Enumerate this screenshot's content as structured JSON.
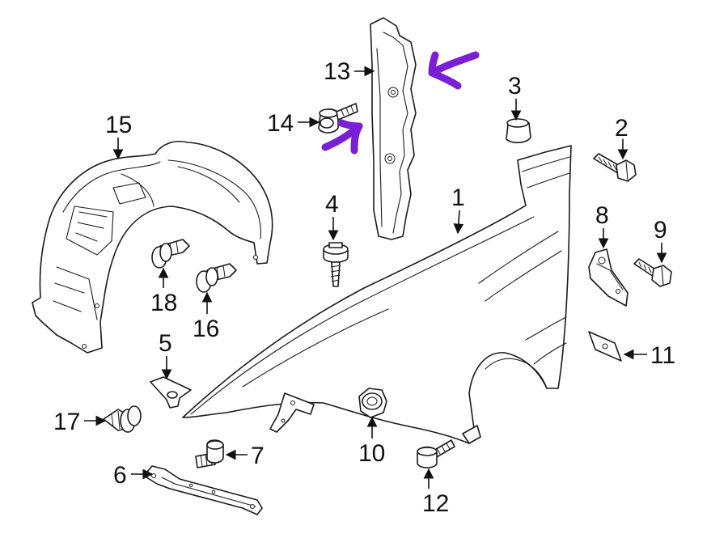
{
  "callouts": [
    {
      "id": "1",
      "label": "1"
    },
    {
      "id": "2",
      "label": "2"
    },
    {
      "id": "3",
      "label": "3"
    },
    {
      "id": "4",
      "label": "4"
    },
    {
      "id": "5",
      "label": "5"
    },
    {
      "id": "6",
      "label": "6"
    },
    {
      "id": "7",
      "label": "7"
    },
    {
      "id": "8",
      "label": "8"
    },
    {
      "id": "9",
      "label": "9"
    },
    {
      "id": "10",
      "label": "10"
    },
    {
      "id": "11",
      "label": "11"
    },
    {
      "id": "12",
      "label": "12"
    },
    {
      "id": "13",
      "label": "13"
    },
    {
      "id": "14",
      "label": "14"
    },
    {
      "id": "15",
      "label": "15"
    },
    {
      "id": "16",
      "label": "16"
    },
    {
      "id": "17",
      "label": "17"
    },
    {
      "id": "18",
      "label": "18"
    }
  ],
  "colors": {
    "line": "#1a1a1a",
    "highlight_arrows": "#7a1fd6",
    "background": "#ffffff"
  }
}
